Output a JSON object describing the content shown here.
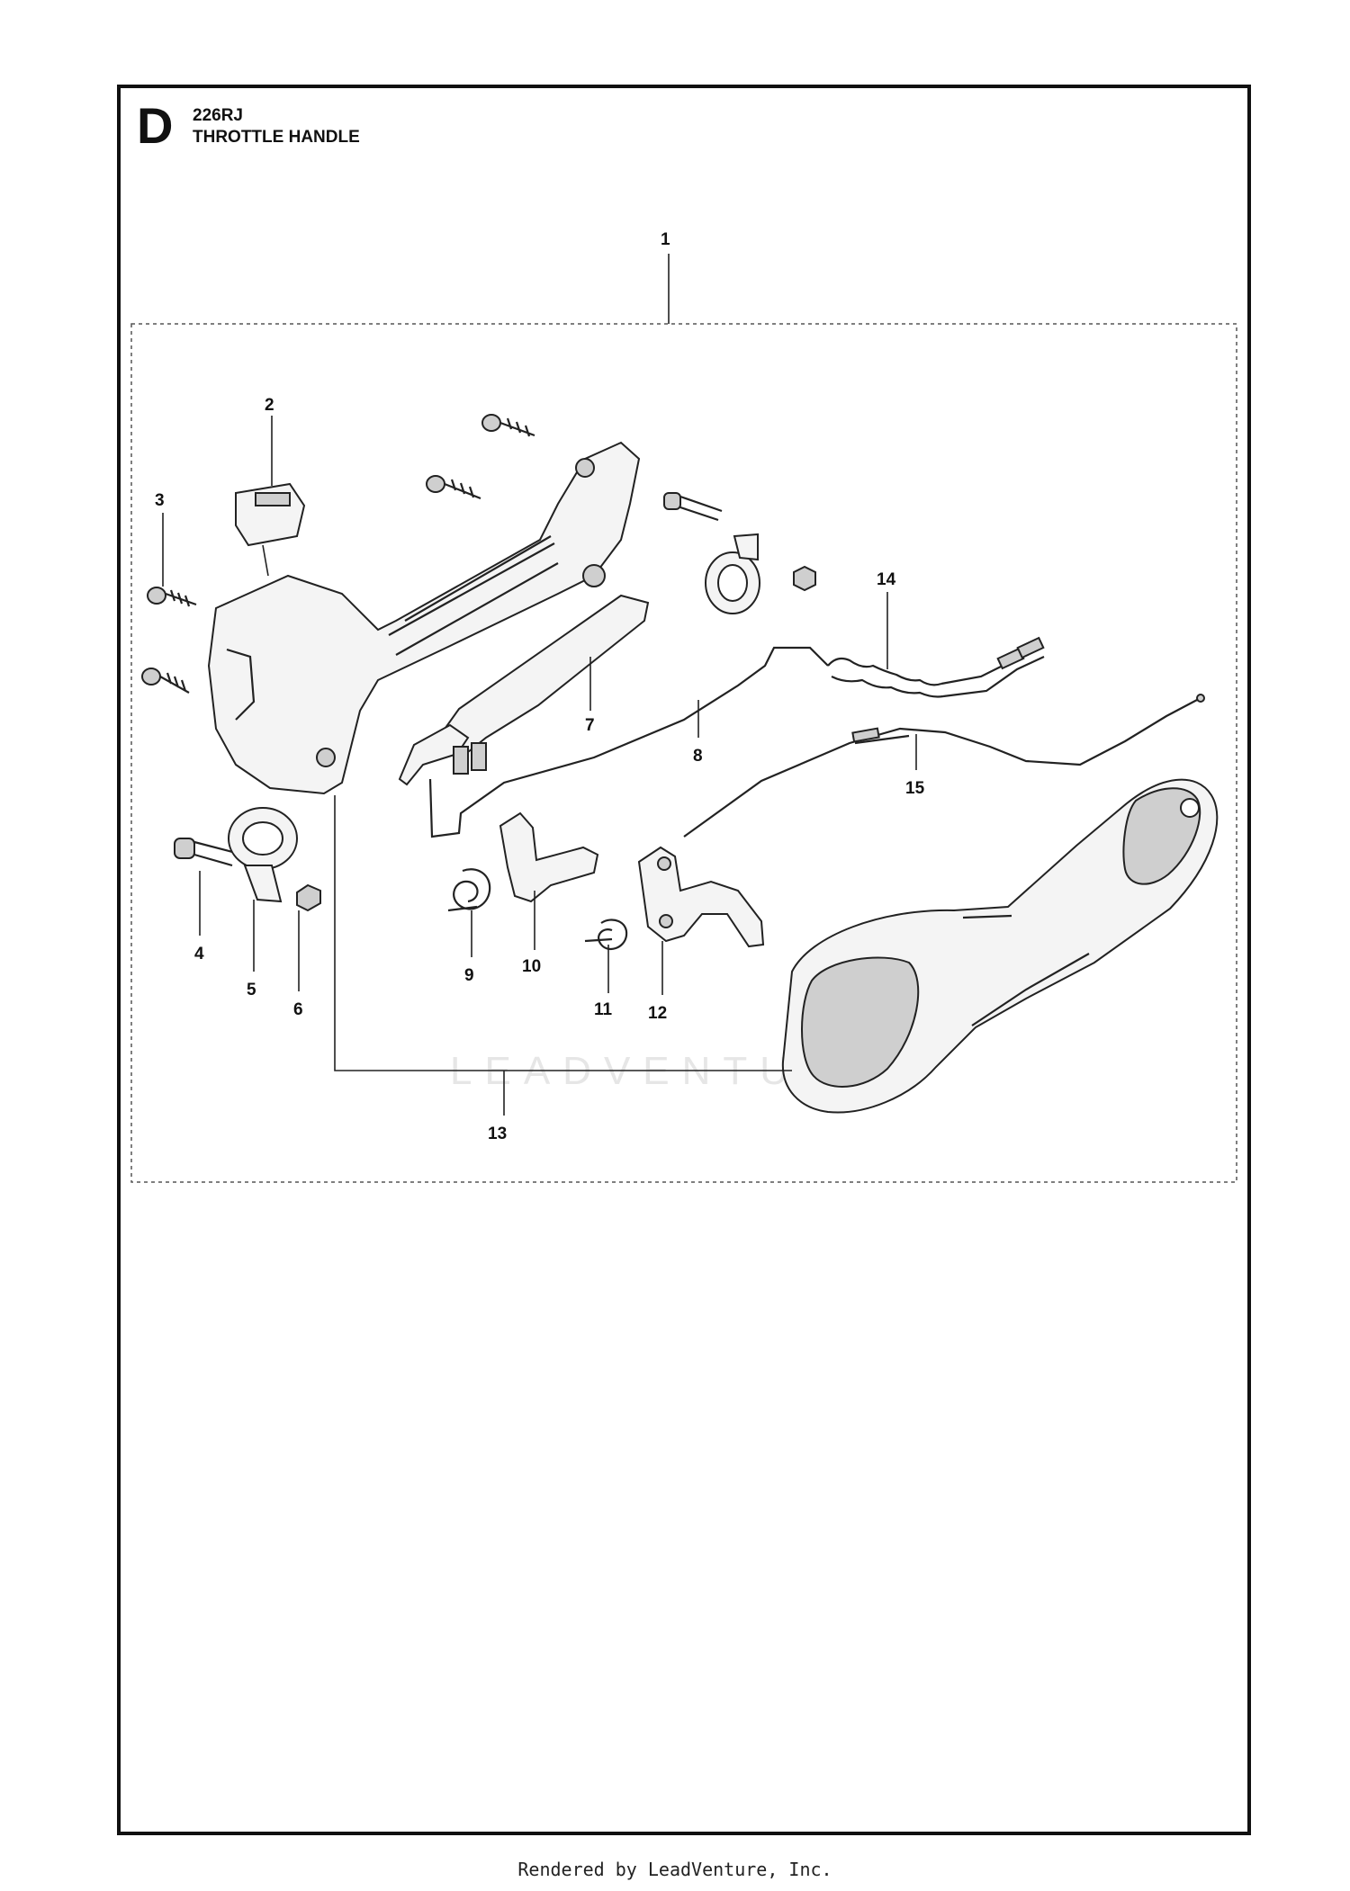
{
  "header": {
    "section_letter": "D",
    "model": "226RJ",
    "title": "THROTTLE HANDLE"
  },
  "callouts": [
    "1",
    "2",
    "3",
    "4",
    "5",
    "6",
    "7",
    "8",
    "9",
    "10",
    "11",
    "12",
    "13",
    "14",
    "15"
  ],
  "watermark": "LEADVENTURE",
  "footer": "Rendered by LeadVenture, Inc."
}
